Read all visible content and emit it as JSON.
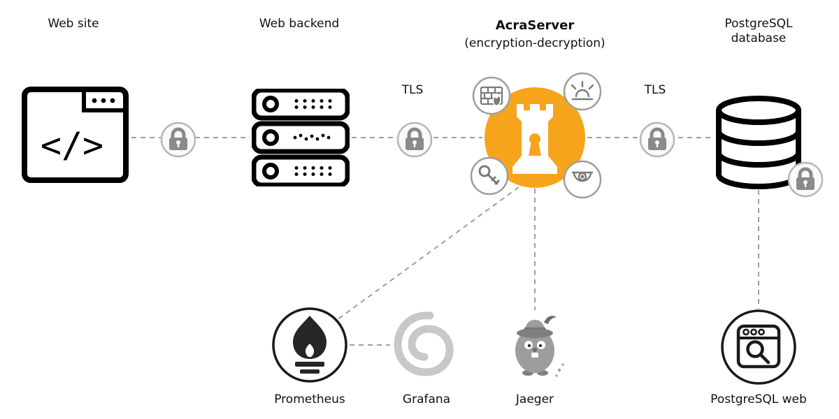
{
  "labels": {
    "website": "Web site",
    "backend": "Web backend",
    "acra_title": "AcraServer",
    "acra_subtitle": "(encryption-decryption)",
    "tls_left": "TLS",
    "tls_right": "TLS",
    "postgres_line1": "PostgreSQL",
    "postgres_line2": "database",
    "prometheus": "Prometheus",
    "grafana": "Grafana",
    "jaeger": "Jaeger",
    "pgweb": "PostgreSQL web",
    "code_glyph": "</>"
  },
  "icons": {
    "browser-code-icon": "browser window with </> code glyph",
    "servers-icon": "stack of three server units",
    "lock-icon": "gray padlock in circle (x4)",
    "acra-fortress-icon": "white fortress with keyhole on orange circle",
    "firewall-icon": "brick wall with flame",
    "alarm-icon": "alarm siren with rays",
    "key-icon": "diagonal key",
    "camera-icon": "surveillance dome camera",
    "database-icon": "database cylinder",
    "prometheus-icon": "torch flame in circle",
    "grafana-icon": "gray swirl",
    "jaeger-icon": "gray gopher mascot with hat",
    "pgweb-browser-search-icon": "browser window with magnifier in circle"
  },
  "colors": {
    "accent_orange": "#F7A41D",
    "line_gray": "#9E9E9E",
    "lock_gray": "#8A8A8A",
    "icon_gray": "#7A7A7A",
    "muted_gray": "#C8C8C8"
  }
}
